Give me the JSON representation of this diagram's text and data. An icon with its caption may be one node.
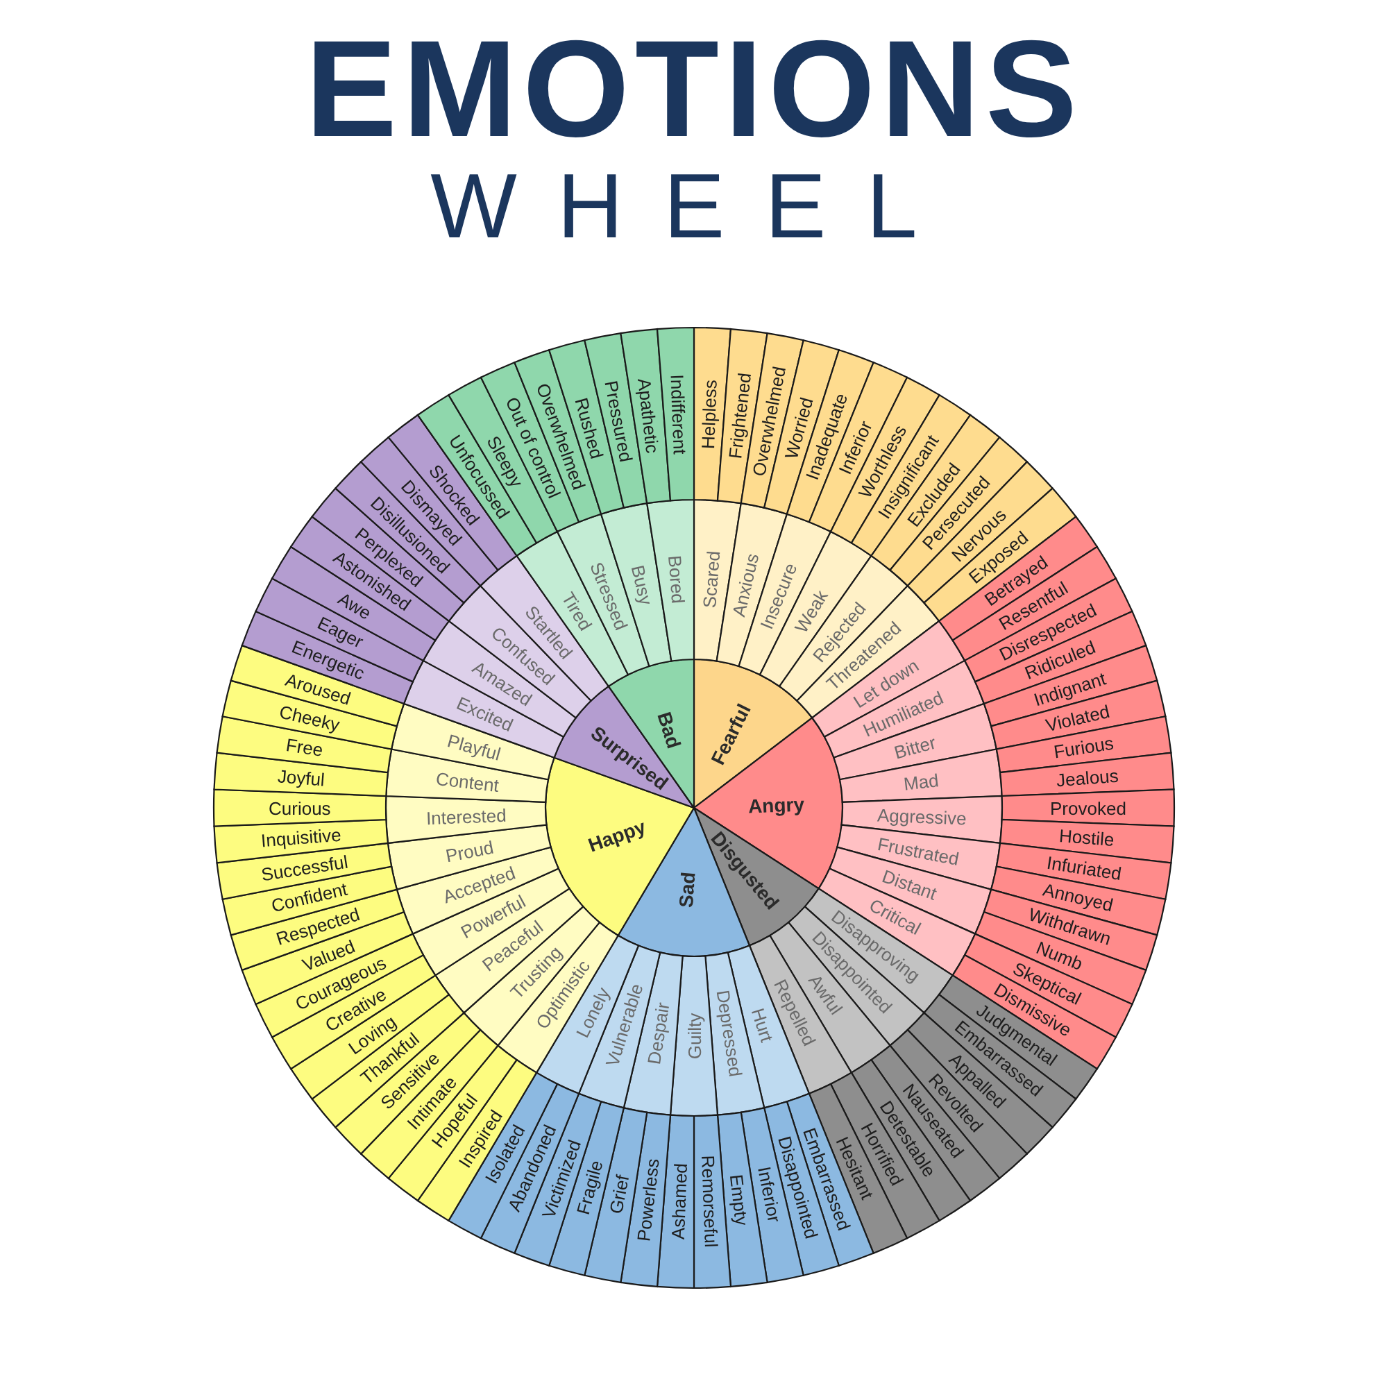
{
  "diagram": {
    "title": "EMOTIONS WHEEL",
    "nodes": [
      {
        "text": [
          "Fearful"
        ]
      },
      {
        "text": [
          "Angry"
        ]
      },
      {
        "text": [
          "Disgusted"
        ]
      },
      {
        "text": [
          "Sad"
        ]
      },
      {
        "text": [
          "Happy"
        ]
      },
      {
        "text": [
          "Surprised"
        ]
      },
      {
        "text": [
          "Bad"
        ]
      },
      {
        "text": [
          "Scared"
        ]
      },
      {
        "text": [
          "Anxious"
        ]
      },
      {
        "text": [
          "Insecure"
        ]
      },
      {
        "text": [
          "Weak"
        ]
      },
      {
        "text": [
          "Rejected"
        ]
      },
      {
        "text": [
          "Threatened"
        ]
      },
      {
        "text": [
          "Let down"
        ]
      },
      {
        "text": [
          "Humiliated"
        ]
      },
      {
        "text": [
          "Bitter"
        ]
      },
      {
        "text": [
          "Mad"
        ]
      },
      {
        "text": [
          "Aggressive"
        ]
      },
      {
        "text": [
          "Frustrated"
        ]
      },
      {
        "text": [
          "Distant"
        ]
      },
      {
        "text": [
          "Critical"
        ]
      },
      {
        "text": [
          "Disapproving"
        ]
      },
      {
        "text": [
          "Disappointed"
        ]
      },
      {
        "text": [
          "Awful"
        ]
      },
      {
        "text": [
          "Repelled"
        ]
      },
      {
        "text": [
          "Hurt"
        ]
      },
      {
        "text": [
          "Depressed"
        ]
      },
      {
        "text": [
          "Guilty"
        ]
      },
      {
        "text": [
          "Despair"
        ]
      },
      {
        "text": [
          "Vulnerable"
        ]
      },
      {
        "text": [
          "Lonely"
        ]
      },
      {
        "text": [
          "Optimistic"
        ]
      },
      {
        "text": [
          "Trusting"
        ]
      },
      {
        "text": [
          "Peaceful"
        ]
      },
      {
        "text": [
          "Powerful"
        ]
      },
      {
        "text": [
          "Accepted"
        ]
      },
      {
        "text": [
          "Proud"
        ]
      },
      {
        "text": [
          "Interested"
        ]
      },
      {
        "text": [
          "Content"
        ]
      },
      {
        "text": [
          "Playful"
        ]
      },
      {
        "text": [
          "Excited"
        ]
      },
      {
        "text": [
          "Amazed"
        ]
      },
      {
        "text": [
          "Confused"
        ]
      },
      {
        "text": [
          "Startled"
        ]
      },
      {
        "text": [
          "Tired"
        ]
      },
      {
        "text": [
          "Stressed"
        ]
      },
      {
        "text": [
          "Busy"
        ]
      },
      {
        "text": [
          "Bored"
        ]
      },
      {
        "text": [
          "Helpless"
        ]
      },
      {
        "text": [
          "Frightened"
        ]
      },
      {
        "text": [
          "Overwhelmed"
        ]
      },
      {
        "text": [
          "Worried"
        ]
      },
      {
        "text": [
          "Inadequate"
        ]
      },
      {
        "text": [
          "Inferior"
        ]
      },
      {
        "text": [
          "Worthless"
        ]
      },
      {
        "text": [
          "Insignificant"
        ]
      },
      {
        "text": [
          "Excluded"
        ]
      },
      {
        "text": [
          "Persecuted"
        ]
      },
      {
        "text": [
          "Nervous"
        ]
      },
      {
        "text": [
          "Exposed"
        ]
      },
      {
        "text": [
          "Betrayed"
        ]
      },
      {
        "text": [
          "Resentful"
        ]
      },
      {
        "text": [
          "Disrespected"
        ]
      },
      {
        "text": [
          "Ridiculed"
        ]
      },
      {
        "text": [
          "Indignant"
        ]
      },
      {
        "text": [
          "Violated"
        ]
      },
      {
        "text": [
          "Furious"
        ]
      },
      {
        "text": [
          "Jealous"
        ]
      },
      {
        "text": [
          "Provoked"
        ]
      },
      {
        "text": [
          "Hostile"
        ]
      },
      {
        "text": [
          "Infuriated"
        ]
      },
      {
        "text": [
          "Annoyed"
        ]
      },
      {
        "text": [
          "Withdrawn"
        ]
      },
      {
        "text": [
          "Numb"
        ]
      },
      {
        "text": [
          "Skeptical"
        ]
      },
      {
        "text": [
          "Dismissive"
        ]
      },
      {
        "text": [
          "Judgmental"
        ]
      },
      {
        "text": [
          "Embarrassed"
        ]
      },
      {
        "text": [
          "Appalled"
        ]
      },
      {
        "text": [
          "Revolted"
        ]
      },
      {
        "text": [
          "Nauseated"
        ]
      },
      {
        "text": [
          "Detestable"
        ]
      },
      {
        "text": [
          "Horrified"
        ]
      },
      {
        "text": [
          "Hesitant"
        ]
      },
      {
        "text": [
          "Embarrassed"
        ]
      },
      {
        "text": [
          "Disappointed"
        ]
      },
      {
        "text": [
          "Inferior"
        ]
      },
      {
        "text": [
          "Empty"
        ]
      },
      {
        "text": [
          "Remorseful"
        ]
      },
      {
        "text": [
          "Ashamed"
        ]
      },
      {
        "text": [
          "Powerless"
        ]
      },
      {
        "text": [
          "Grief"
        ]
      },
      {
        "text": [
          "Fragile"
        ]
      },
      {
        "text": [
          "Victimized"
        ]
      },
      {
        "text": [
          "Abandoned"
        ]
      },
      {
        "text": [
          "Isolated"
        ]
      },
      {
        "text": [
          "Inspired"
        ]
      },
      {
        "text": [
          "Hopeful"
        ]
      },
      {
        "text": [
          "Intimate"
        ]
      },
      {
        "text": [
          "Sensitive"
        ]
      },
      {
        "text": [
          "Thankful"
        ]
      },
      {
        "text": [
          "Loving"
        ]
      },
      {
        "text": [
          "Creative"
        ]
      },
      {
        "text": [
          "Courageous"
        ]
      },
      {
        "text": [
          "Valued"
        ]
      },
      {
        "text": [
          "Respected"
        ]
      },
      {
        "text": [
          "Confident"
        ]
      },
      {
        "text": [
          "Successful"
        ]
      },
      {
        "text": [
          "Inquisitive"
        ]
      },
      {
        "text": [
          "Curious"
        ]
      },
      {
        "text": [
          "Joyful"
        ]
      },
      {
        "text": [
          "Free"
        ]
      },
      {
        "text": [
          "Cheeky"
        ]
      },
      {
        "text": [
          "Aroused"
        ]
      },
      {
        "text": [
          "Energetic"
        ]
      },
      {
        "text": [
          "Eager"
        ]
      },
      {
        "text": [
          "Awe"
        ]
      },
      {
        "text": [
          "Astonished"
        ]
      },
      {
        "text": [
          "Perplexed"
        ]
      },
      {
        "text": [
          "Disillusioned"
        ]
      },
      {
        "text": [
          "Dismayed"
        ]
      },
      {
        "text": [
          "Shocked"
        ]
      },
      {
        "text": [
          "Unfocussed"
        ]
      },
      {
        "text": [
          "Sleepy"
        ]
      },
      {
        "text": [
          "Out of control"
        ]
      },
      {
        "text": [
          "Overwhelmed"
        ]
      },
      {
        "text": [
          "Rushed"
        ]
      },
      {
        "text": [
          "Pressured"
        ]
      },
      {
        "text": [
          "Apathetic"
        ]
      },
      {
        "text": [
          "Indifferent"
        ]
      }
    ]
  }
}
